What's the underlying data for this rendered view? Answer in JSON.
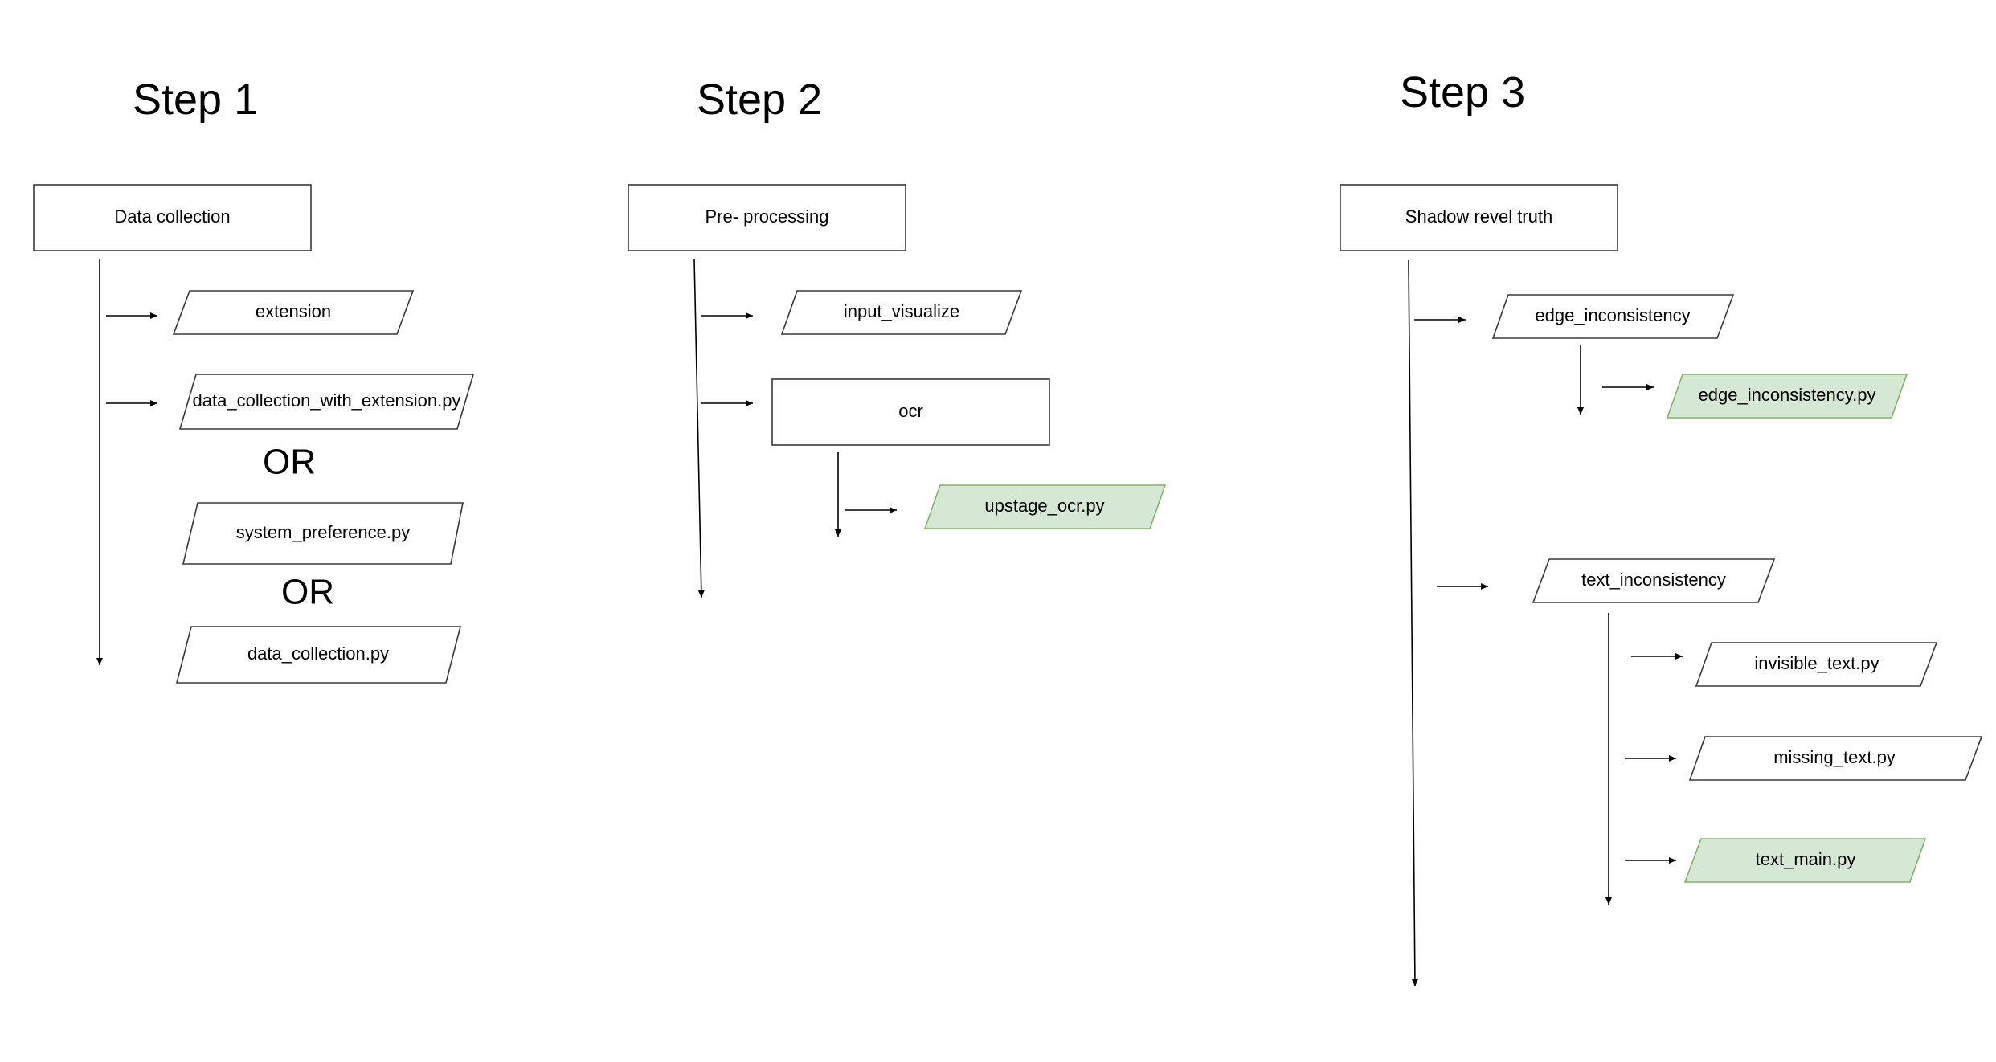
{
  "steps": [
    {
      "heading": "Step 1",
      "root": "Data collection",
      "items": [
        {
          "label": "extension",
          "highlight": false
        },
        {
          "label": "data_collection_with_extension.py",
          "highlight": false
        },
        {
          "separator": "OR"
        },
        {
          "label": "system_preference.py",
          "highlight": false
        },
        {
          "separator": "OR"
        },
        {
          "label": "data_collection.py",
          "highlight": false
        }
      ]
    },
    {
      "heading": "Step 2",
      "root": "Pre- processing",
      "items": [
        {
          "label": "input_visualize",
          "highlight": false
        },
        {
          "label": "ocr",
          "highlight": false,
          "children": [
            {
              "label": "upstage_ocr.py",
              "highlight": true
            }
          ]
        }
      ]
    },
    {
      "heading": "Step 3",
      "root": "Shadow revel truth",
      "items": [
        {
          "label": "edge_inconsistency",
          "highlight": false,
          "children": [
            {
              "label": "edge_inconsistency.py",
              "highlight": true
            }
          ]
        },
        {
          "label": "text_inconsistency",
          "highlight": false,
          "children": [
            {
              "label": "invisible_text.py",
              "highlight": false
            },
            {
              "label": "missing_text.py",
              "highlight": false
            },
            {
              "label": "text_main.py",
              "highlight": true
            }
          ]
        }
      ]
    }
  ],
  "colors": {
    "highlight_fill": "#d5e8d4",
    "highlight_stroke": "#82b366",
    "stroke": "#36393d"
  }
}
